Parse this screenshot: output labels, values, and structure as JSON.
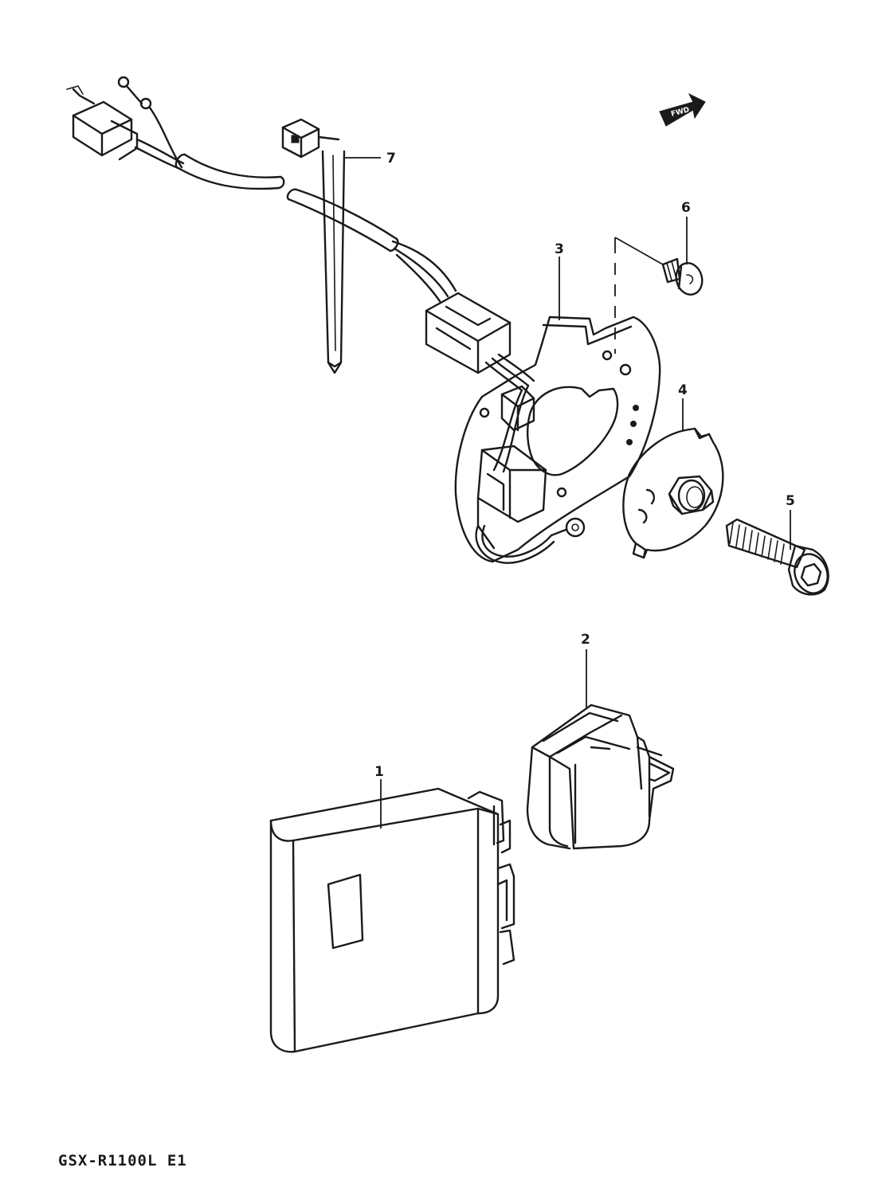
{
  "parts": [
    {
      "number": "1",
      "part": "igniter-unit"
    },
    {
      "number": "2",
      "part": "igniter-cover"
    },
    {
      "number": "3",
      "part": "signal-generator-plate"
    },
    {
      "number": "4",
      "part": "signal-rotor"
    },
    {
      "number": "5",
      "part": "rotor-bolt"
    },
    {
      "number": "6",
      "part": "plate-screw"
    },
    {
      "number": "7",
      "part": "cable-tie"
    }
  ],
  "model_code": "GSX-R1100L E1",
  "direction_arrow_label": "FWD"
}
